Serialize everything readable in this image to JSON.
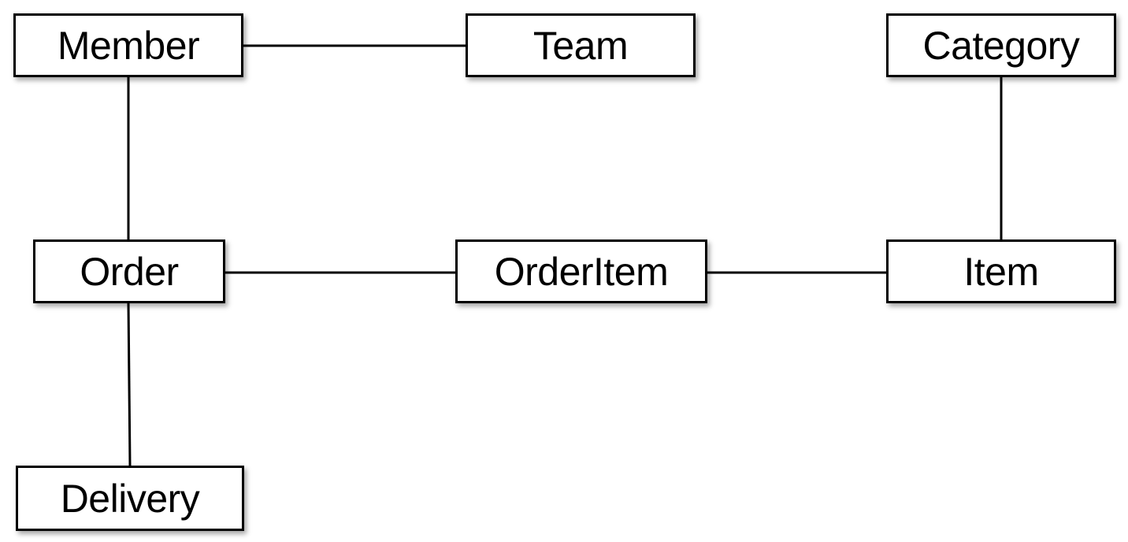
{
  "entities": {
    "member": "Member",
    "team": "Team",
    "category": "Category",
    "order": "Order",
    "order_item": "OrderItem",
    "item": "Item",
    "delivery": "Delivery"
  },
  "relationships": [
    {
      "from": "Member",
      "to": "Team"
    },
    {
      "from": "Member",
      "to": "Order"
    },
    {
      "from": "Order",
      "to": "OrderItem"
    },
    {
      "from": "OrderItem",
      "to": "Item"
    },
    {
      "from": "Category",
      "to": "Item"
    },
    {
      "from": "Order",
      "to": "Delivery"
    }
  ]
}
